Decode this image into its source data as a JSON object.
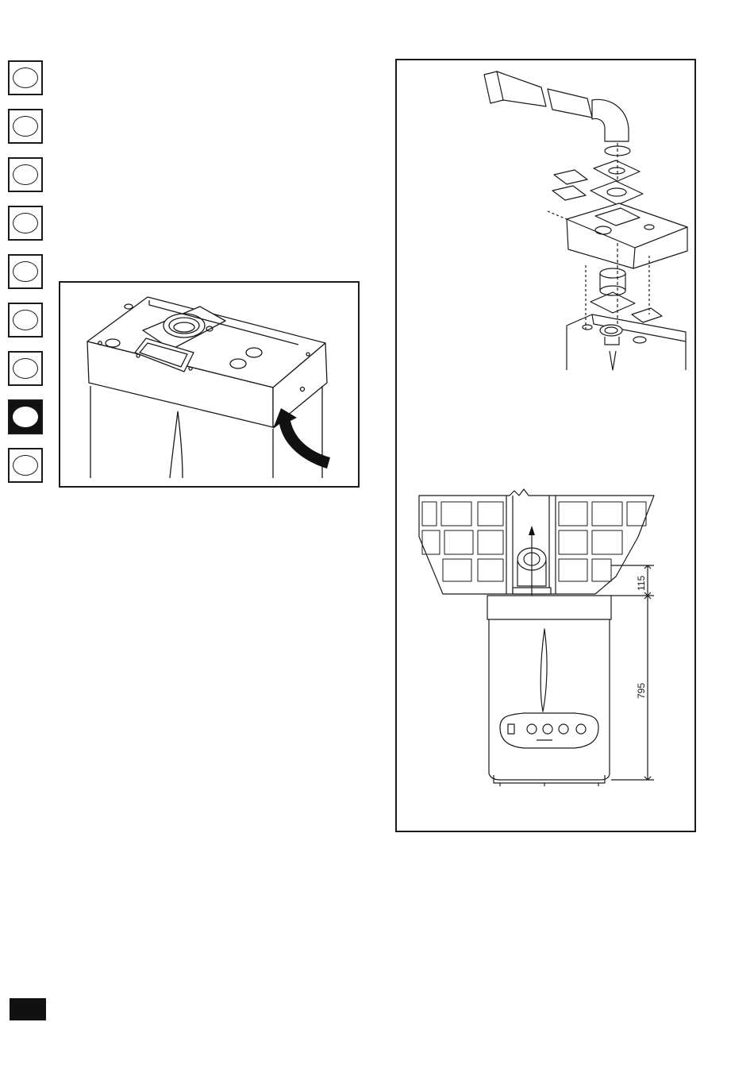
{
  "language_tabs": [
    {
      "id": "tab-1",
      "active": false
    },
    {
      "id": "tab-2",
      "active": false
    },
    {
      "id": "tab-3",
      "active": false
    },
    {
      "id": "tab-4",
      "active": false
    },
    {
      "id": "tab-5",
      "active": false
    },
    {
      "id": "tab-6",
      "active": false
    },
    {
      "id": "tab-7",
      "active": false
    },
    {
      "id": "tab-8",
      "active": true
    },
    {
      "id": "tab-9",
      "active": false
    }
  ],
  "installation_figure": {
    "dimension_top": "115",
    "dimension_height": "795"
  },
  "colors": {
    "ink": "#1a1a1a",
    "active_tab": "#111111",
    "paper": "#ffffff"
  }
}
